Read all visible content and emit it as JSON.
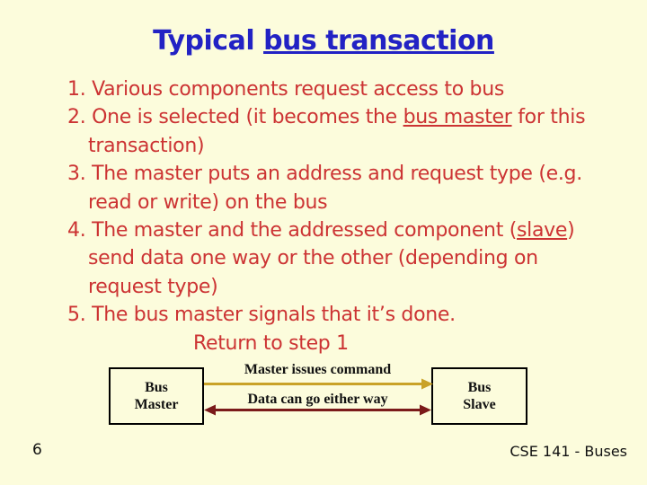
{
  "slide": {
    "background_color": "#FCFCDC",
    "page_number": "6",
    "footer": "CSE 141 - Buses"
  },
  "title": {
    "color": "#2222C4",
    "segments": [
      {
        "text": "Typical ",
        "underline": false
      },
      {
        "text": "bus transaction",
        "underline": true
      }
    ]
  },
  "body": {
    "color": "#CC3333",
    "lines": [
      {
        "indent": 0,
        "segments": [
          {
            "text": "1. Various components request access to bus",
            "underline": false
          }
        ]
      },
      {
        "indent": 0,
        "segments": [
          {
            "text": "2. One is selected (it becomes the ",
            "underline": false
          },
          {
            "text": "bus master",
            "underline": true
          },
          {
            "text": " for this",
            "underline": false
          }
        ]
      },
      {
        "indent": 1,
        "segments": [
          {
            "text": "transaction)",
            "underline": false
          }
        ]
      },
      {
        "indent": 0,
        "segments": [
          {
            "text": "3. The master puts an address and request type (e.g.",
            "underline": false
          }
        ]
      },
      {
        "indent": 1,
        "segments": [
          {
            "text": "read or write) on the bus",
            "underline": false
          }
        ]
      },
      {
        "indent": 0,
        "segments": [
          {
            "text": "4. The master and the addressed component (",
            "underline": false
          },
          {
            "text": "slave",
            "underline": true
          },
          {
            "text": ")",
            "underline": false
          }
        ]
      },
      {
        "indent": 1,
        "segments": [
          {
            "text": "send data one way or the other (depending on",
            "underline": false
          }
        ]
      },
      {
        "indent": 1,
        "segments": [
          {
            "text": "request type)",
            "underline": false
          }
        ]
      },
      {
        "indent": 0,
        "segments": [
          {
            "text": "5. The bus master signals that it’s done.",
            "underline": false
          }
        ]
      },
      {
        "indent": 2,
        "segments": [
          {
            "text": "Return to step 1",
            "underline": false
          }
        ]
      }
    ]
  },
  "diagram": {
    "master_box": {
      "label_line1": "Bus",
      "label_line2": "Master"
    },
    "slave_box": {
      "label_line1": "Bus",
      "label_line2": "Slave"
    },
    "command_arrow": {
      "label": "Master issues command",
      "color": "#C9A227",
      "direction": "right"
    },
    "data_arrow": {
      "label": "Data can go either way",
      "color": "#7B1A1A",
      "direction": "both"
    }
  }
}
